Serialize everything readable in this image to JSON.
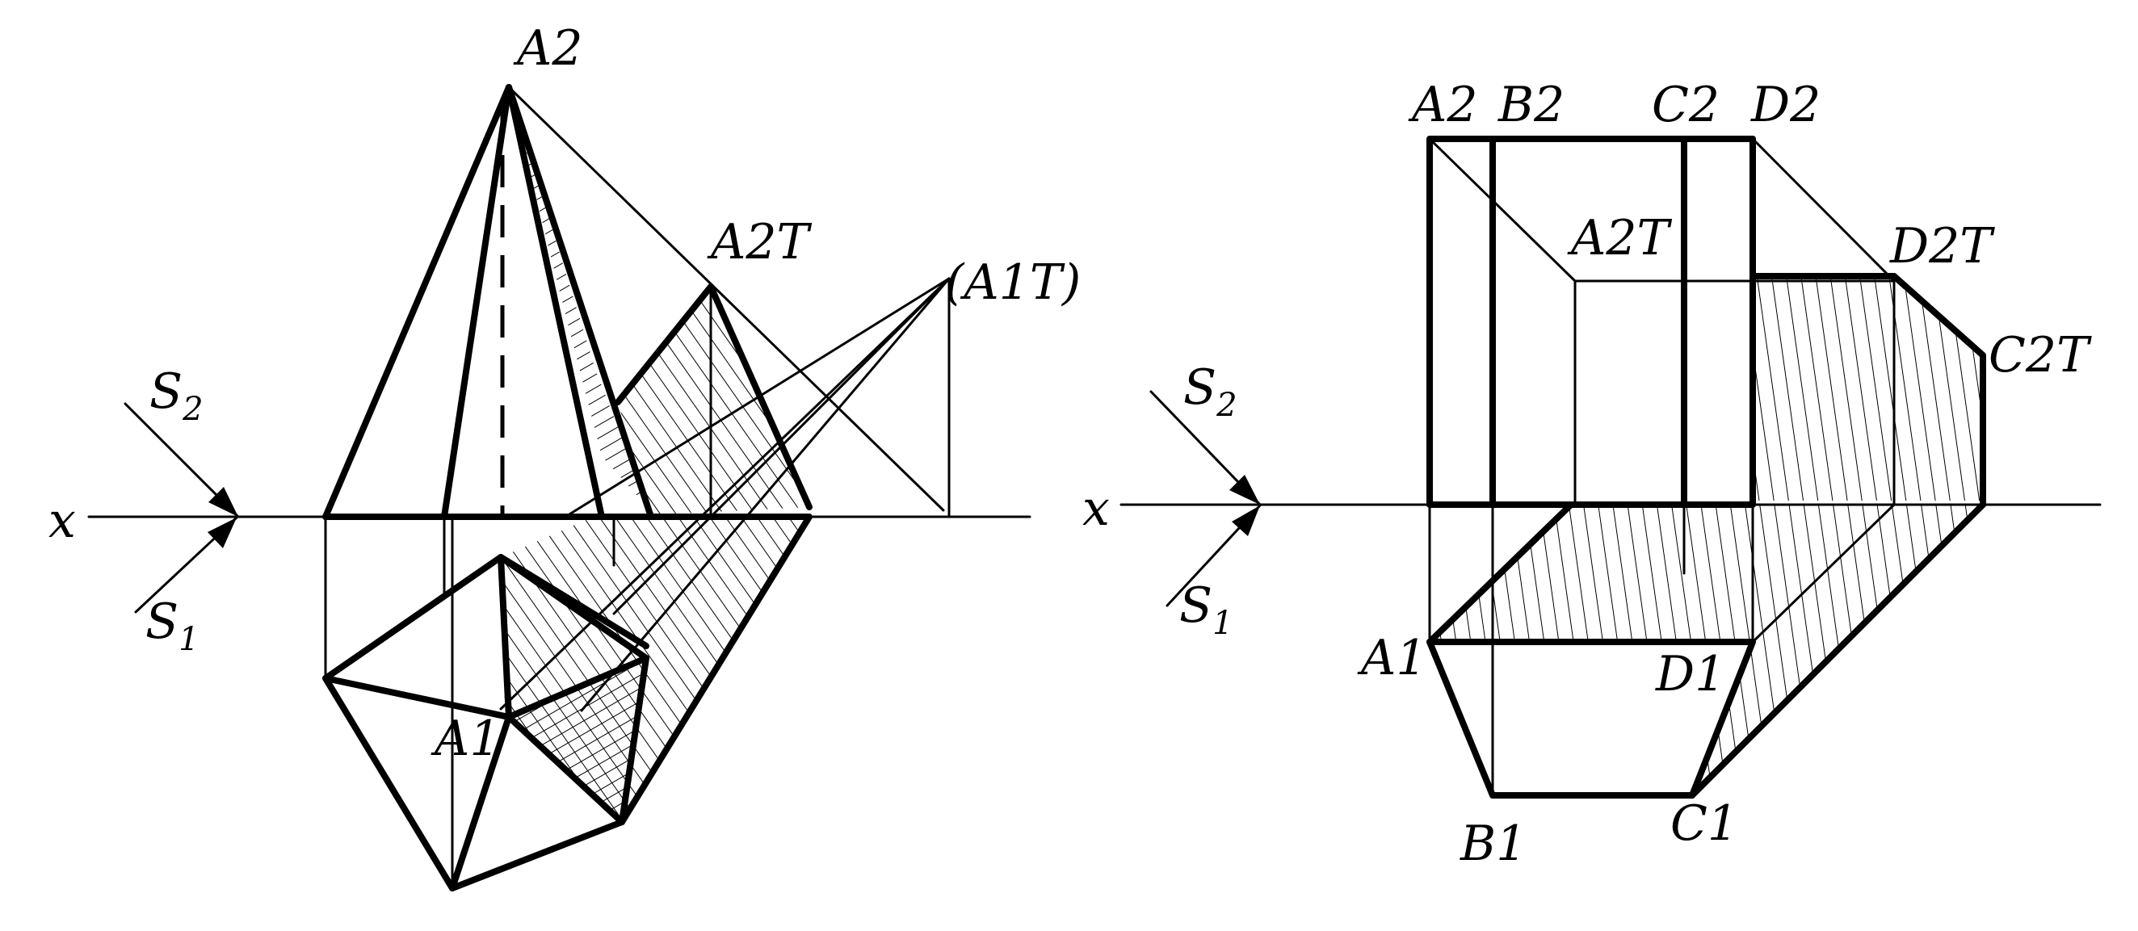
{
  "left_figure": {
    "axis_label": "x",
    "s2_label": {
      "main": "S",
      "sub": "2"
    },
    "s1_label": {
      "main": "S",
      "sub": "1"
    },
    "apex_label": "A2",
    "shadow_apex_label": "A2T",
    "virtual_shadow_label": "(A1T)",
    "plan_apex_label": "A1"
  },
  "right_figure": {
    "axis_label": "x",
    "s2_label": {
      "main": "S",
      "sub": "2"
    },
    "s1_label": {
      "main": "S",
      "sub": "1"
    },
    "front_labels": [
      "A2",
      "B2",
      "C2",
      "D2"
    ],
    "shadow_labels": [
      "A2T",
      "D2T",
      "C2T"
    ],
    "plan_labels": [
      "A1",
      "D1",
      "B1",
      "C1"
    ]
  }
}
